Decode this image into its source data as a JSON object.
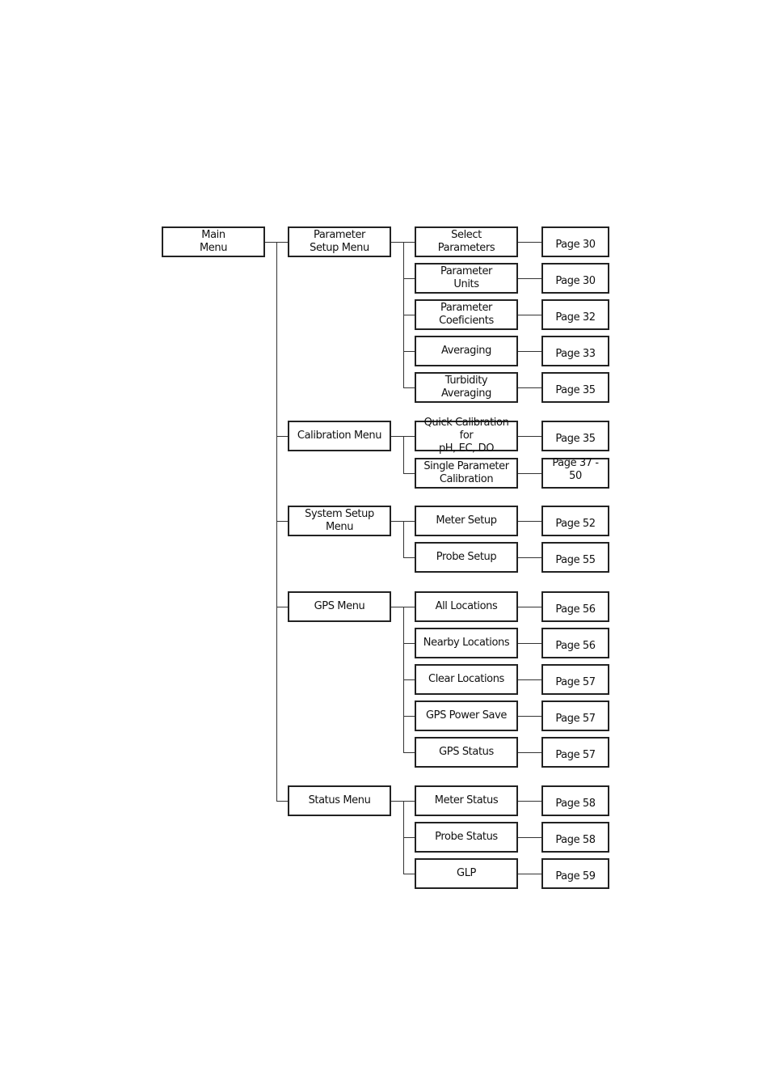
{
  "main_menu": {
    "label": "Main\nMenu"
  },
  "submenus": [
    {
      "label": "Parameter\nSetup Menu",
      "items": [
        {
          "label": "Select\nParameters",
          "page": "Page 30"
        },
        {
          "label": "Parameter\nUnits",
          "page": "Page 30"
        },
        {
          "label": "Parameter\nCoeficients",
          "page": "Page 32"
        },
        {
          "label": "Averaging",
          "page": "Page 33"
        },
        {
          "label": "Turbidity\nAveraging",
          "page": "Page 35"
        }
      ]
    },
    {
      "label": "Calibration Menu",
      "items": [
        {
          "label": "Quick Calibration for\npH, EC, DO",
          "page": "Page 35"
        },
        {
          "label": "Single Parameter\nCalibration",
          "page": "Page 37 - 50"
        }
      ]
    },
    {
      "label": "System Setup Menu",
      "items": [
        {
          "label": "Meter Setup",
          "page": "Page 52"
        },
        {
          "label": "Probe Setup",
          "page": "Page 55"
        }
      ]
    },
    {
      "label": "GPS Menu",
      "items": [
        {
          "label": "All Locations",
          "page": "Page 56"
        },
        {
          "label": "Nearby Locations",
          "page": "Page 56"
        },
        {
          "label": "Clear Locations",
          "page": "Page 57"
        },
        {
          "label": "GPS Power Save",
          "page": "Page 57"
        },
        {
          "label": "GPS Status",
          "page": "Page 57"
        }
      ]
    },
    {
      "label": "Status Menu",
      "items": [
        {
          "label": "Meter Status",
          "page": "Page 58"
        },
        {
          "label": "Probe Status",
          "page": "Page 58"
        },
        {
          "label": "GLP",
          "page": "Page 59"
        }
      ]
    }
  ]
}
